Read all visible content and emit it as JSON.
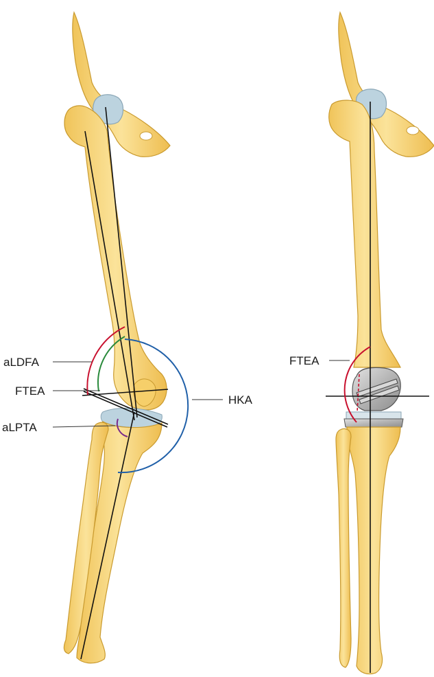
{
  "labels": {
    "aldfa": "aLDFA",
    "ftea_left": "FTEA",
    "alpta": "aLPTA",
    "hka": "HKA",
    "ftea_right": "FTEA"
  },
  "colors": {
    "bone_fill": "#f8d77a",
    "bone_stroke": "#c99a2e",
    "cartilage": "#bcd3df",
    "implant": "#b9b9b9",
    "aldfa_arc": "#c8102e",
    "ftea_arc": "#2a8a3c",
    "alpta_arc": "#7a2a8a",
    "hka_arc": "#1f5fa8",
    "axis_line": "#111111"
  },
  "figures": [
    {
      "name": "preoperative-varus-limb"
    },
    {
      "name": "postoperative-total-knee-limb"
    }
  ]
}
